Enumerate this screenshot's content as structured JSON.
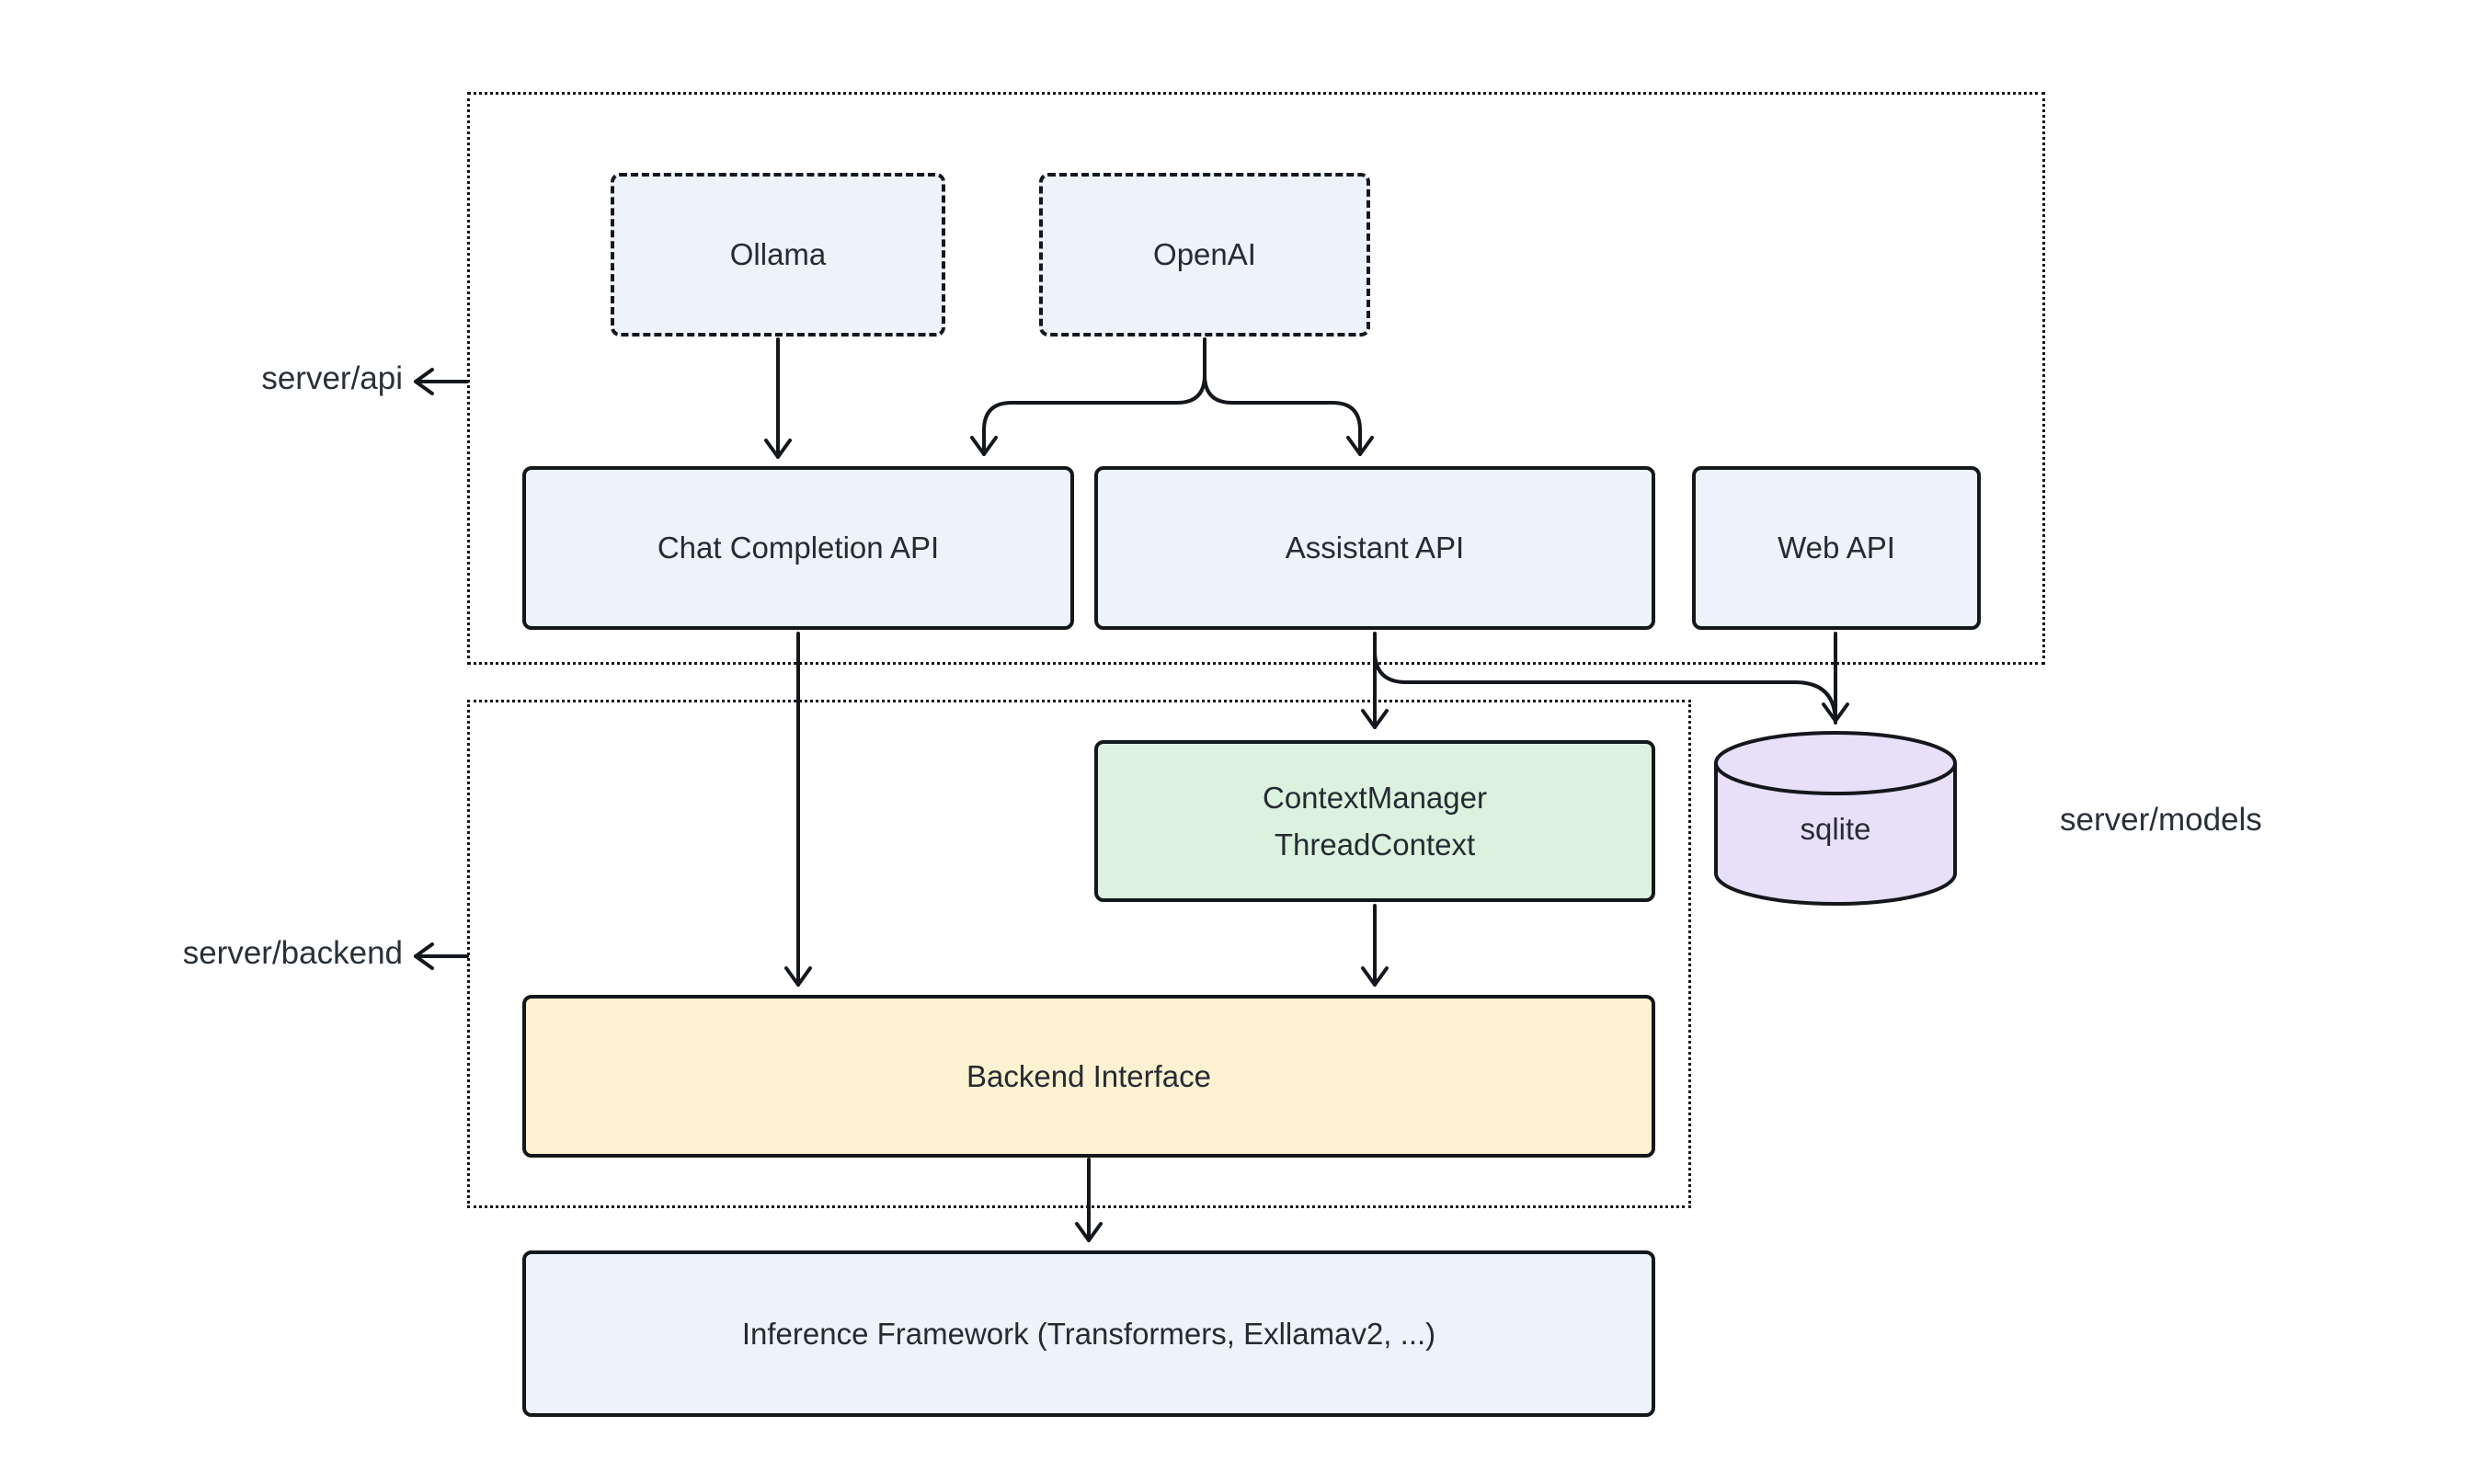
{
  "palette": {
    "background": "#ffffff",
    "stroke": "#14171c",
    "text": "#2a3039",
    "node_blue": "#edf2fb",
    "node_green": "#dcf2de",
    "node_yellow": "#fcf1d0",
    "node_purple": "#e8dff9"
  },
  "containers": {
    "api": {
      "label": "server/api"
    },
    "backend": {
      "label": "server/backend"
    }
  },
  "nodes": {
    "ollama": {
      "label": "Ollama"
    },
    "openai": {
      "label": "OpenAI"
    },
    "chat_completion": {
      "label": "Chat Completion API"
    },
    "assistant": {
      "label": "Assistant API"
    },
    "web": {
      "label": "Web API"
    },
    "context_manager": {
      "line1": "ContextManager",
      "line2": "ThreadContext"
    },
    "backend_interface": {
      "label": "Backend Interface"
    },
    "inference": {
      "label": "Inference Framework (Transformers, Exllamav2, ...)"
    },
    "sqlite": {
      "label": "sqlite"
    }
  },
  "annotations": {
    "models": {
      "label": "server/models"
    }
  }
}
